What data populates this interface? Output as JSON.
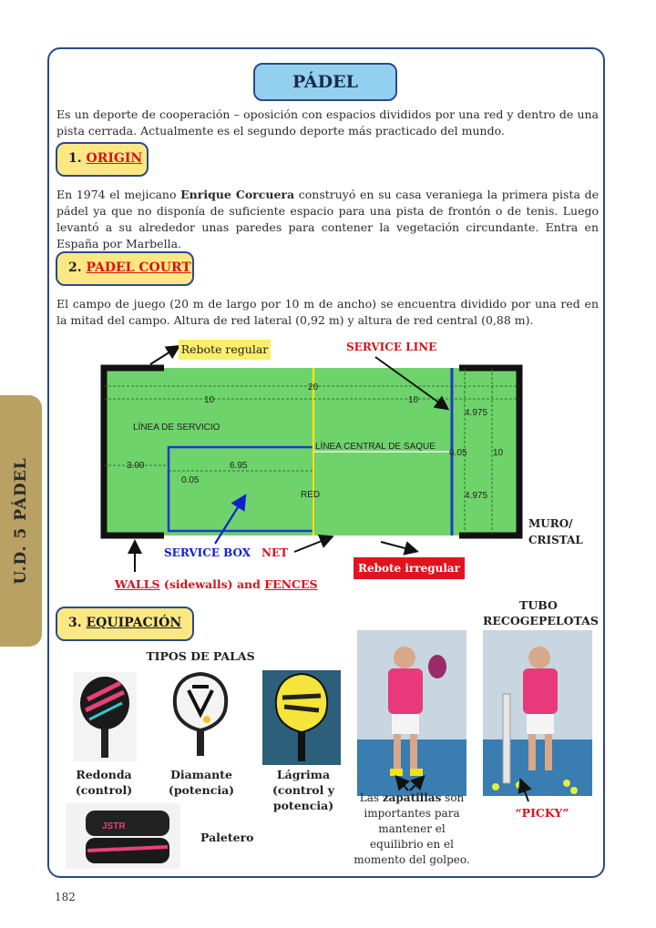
{
  "side_tab": "U.D. 5   PÁDEL",
  "title": "PÁDEL",
  "intro": "Es un deporte de cooperación – oposición con espacios divididos por una red y dentro de una pista cerrada. Actualmente es el segundo deporte más practicado del mundo.",
  "sections": {
    "origin": {
      "num": "1.",
      "label": "ORIGIN",
      "text_pre": "En 1974 el mejicano ",
      "text_bold": "Enrique Corcuera",
      "text_post": " construyó en su casa veraniega la primera pista de pádel ya que no disponía de suficiente espacio para una pista de frontón o de tenis. Luego levantó a su alrededor unas paredes para contener la vegetación circundante. Entra en España por Marbella."
    },
    "court": {
      "num": "2.",
      "label": "PADEL COURT",
      "text": "El campo de juego (20 m de largo por 10 m de ancho) se encuentra dividido por una red en la mitad del campo. Altura de red lateral (0,92 m) y altura de red central (0,88 m)."
    },
    "equip": {
      "num": "3.",
      "label": "EQUIPACIÓN"
    }
  },
  "court_diagram": {
    "dims": {
      "total": "20",
      "half_left": "10",
      "half_right": "10",
      "right_top": "4.975",
      "right_mid": "6.05",
      "right_width": "10",
      "right_bottom": "4.975",
      "left_mid": "3.00",
      "box": "6.95",
      "small": "0.05"
    },
    "texts": {
      "service_line_area": "LÍNEA DE SERVICIO",
      "center_line": "LÍNEA CENTRAL DE SAQUE",
      "net": "RED"
    },
    "labels": {
      "rebote_regular": "Rebote regular",
      "service_line": "SERVICE LINE",
      "muro": "MURO/\nCRISTAL",
      "service_box": "SERVICE BOX",
      "net": "NET",
      "rebote_irregular": "Rebote irregular",
      "walls_a": "WALLS",
      "walls_b": " (sidewalls) and ",
      "walls_c": "FENCES"
    },
    "colors": {
      "court": "#6ed36a",
      "lines": "#ffffff",
      "service_line": "#1e3cc8",
      "net": "#f2e21a",
      "walls": "#111111",
      "red": "#d8121a",
      "blue": "#1020d0"
    }
  },
  "equipment": {
    "tipos_title": "TIPOS DE PALAS",
    "tubo_title": "TUBO\nRECOGEPELOTAS",
    "paddles": [
      {
        "caption": "Redonda\n(control)"
      },
      {
        "caption": "Diamante\n(potencia)"
      },
      {
        "caption": "Lágrima\n(control y\npotencia)"
      }
    ],
    "paletero": "Paletero",
    "photo_brand_1": "JSTR",
    "shoe_pre": "Las ",
    "shoe_bold": "zapatillas",
    "shoe_post": " son importantes para mantener el equilibrio en el momento del golpeo.",
    "picky": "“PICKY”"
  },
  "page_number": "182"
}
